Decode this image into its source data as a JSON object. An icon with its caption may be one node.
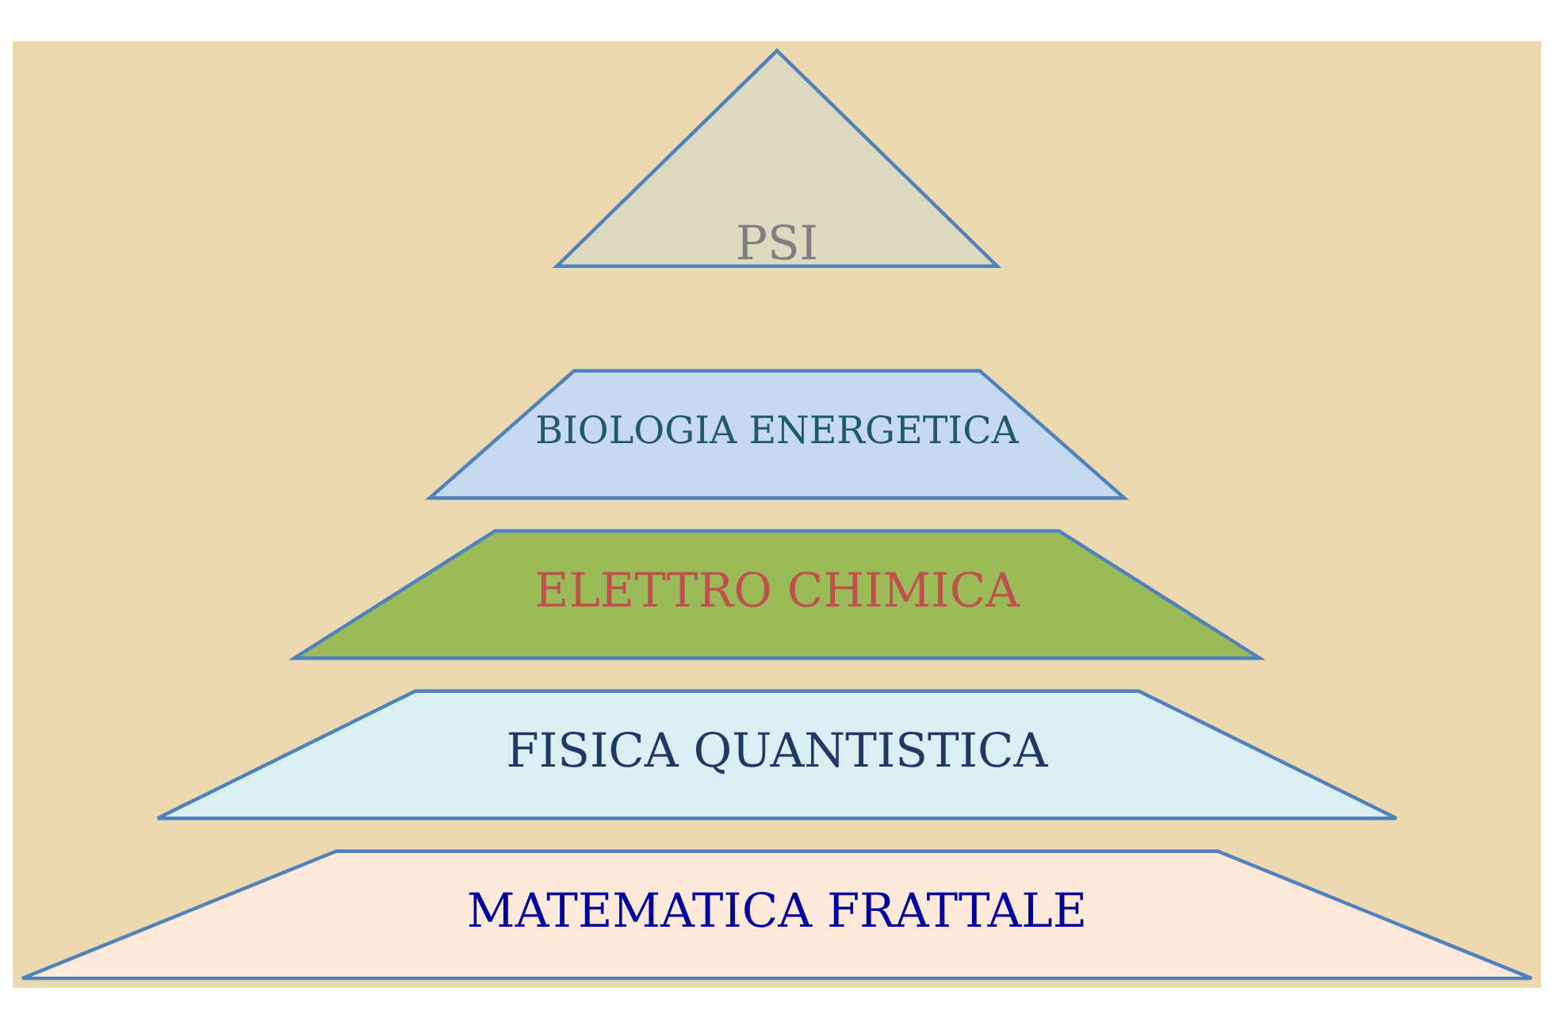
{
  "diagram": {
    "nodes": [
      {
        "text": [
          "PSI"
        ]
      },
      {
        "text": [
          "BIOLOGIA ENERGETICA"
        ]
      },
      {
        "text": [
          "ELETTRO CHIMICA"
        ]
      },
      {
        "text": [
          "FISICA QUANTISTICA"
        ]
      },
      {
        "text": [
          "MATEMATICA FRATTALE"
        ]
      }
    ]
  }
}
